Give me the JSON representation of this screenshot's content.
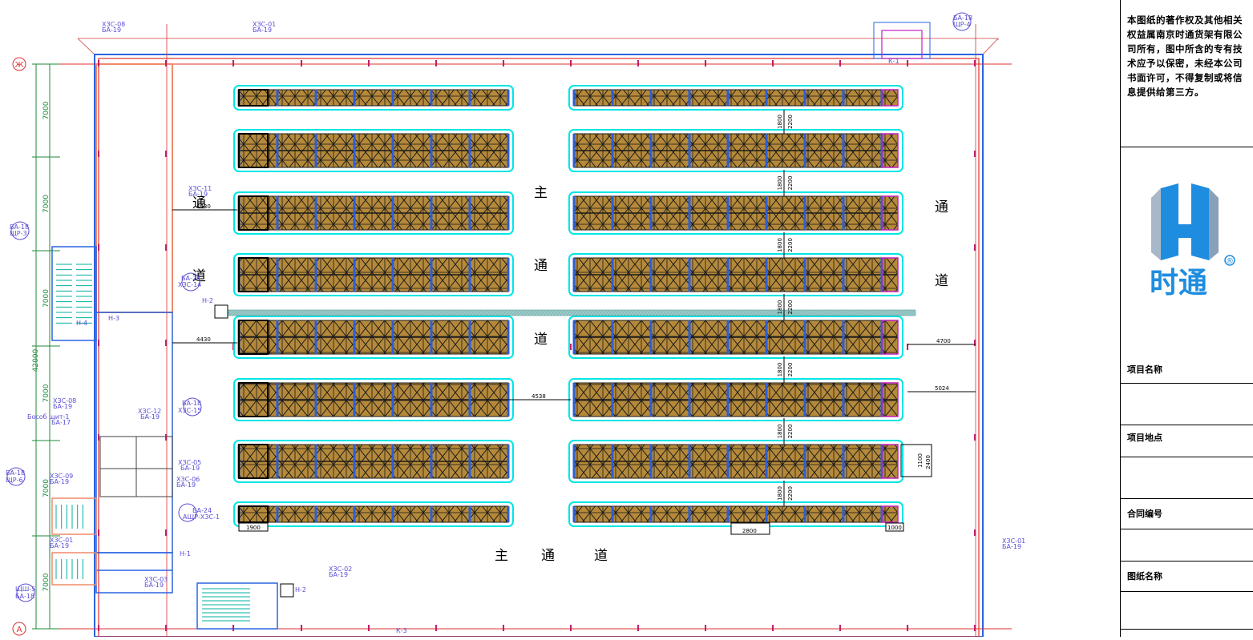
{
  "drawing": {
    "axis_top": "Ж",
    "axis_bottom": "A",
    "total_dim": "42000",
    "bay_dims": [
      "7000",
      "7000",
      "7000",
      "7000",
      "7000",
      "7000"
    ],
    "aisle_text": {
      "left_1": "通",
      "left_2": "道",
      "center_1": "主",
      "center_2": "通",
      "center_3": "道",
      "right_1": "通",
      "right_2": "道",
      "bottom_1": "主",
      "bottom_2": "通",
      "bottom_3": "道"
    },
    "spacing_dims": {
      "a": "1800",
      "b": "2200"
    },
    "dims": {
      "d4430a": "4430",
      "d4430b": "4430",
      "d4538": "4538",
      "d4700": "4700",
      "d5024": "5024",
      "d1900": "1900",
      "d2800": "2800",
      "d1000": "1000",
      "d1100": "1100",
      "d2400": "2400"
    },
    "tags": {
      "t1": "ХЗС-08",
      "t1b": "БА-19",
      "t2": "ХЗС-01",
      "t2b": "БА-19",
      "t3": "БА-18",
      "t3b": "ЩР-4",
      "t4": "ХЗС-11",
      "t4b": "БА-19",
      "t5": "БА-18",
      "t5b": "ЩР-3",
      "t6": "БА-24",
      "t6b": "ХЗС-14",
      "t7": "Н-2",
      "t8": "Н-4",
      "t9": "Н-3",
      "t10": "ХЗС-08",
      "t10b": "БА-19",
      "t11": "ХЗС-12",
      "t11b": "БА-19",
      "t12": "Бособ щит-1",
      "t12b": "БА-17",
      "t13": "БА-18",
      "t13b": "ХЗС-15",
      "t14": "ХЗС-05",
      "t14b": "БА-19",
      "t15": "ХЗС-06",
      "t15b": "БА-19",
      "t16": "ХЗС-09",
      "t16b": "БА-19",
      "t17": "БА-18",
      "t17b": "ЩР-6",
      "t18": "БА-24",
      "t18b": "АЩР-ХЗС-1",
      "t19": "ХЗС-01",
      "t19b": "БА-19",
      "t20": "ХЗС-03",
      "t20b": "БА-19",
      "t21": "ХЗС-02",
      "t21b": "БА-19",
      "t22": "ХЗС-01",
      "t22b": "БА-19",
      "t23": "ЩШ-5",
      "t23b": "БА-18",
      "t24": "Н-1",
      "t25": "Н-2",
      "t26": "К-1",
      "t27": "К-3"
    }
  },
  "title_block": {
    "notice": "本图纸的著作权及其他相关权益属南京时通货架有限公司所有，图中所含的专有技术应予以保密，未经本公司书面许可，不得复制或将信息提供给第三方。",
    "logo_text": "时通",
    "logo_mark": "®",
    "fields": {
      "project_name": "项目名称",
      "project_site": "项目地点",
      "contract_no": "合同编号",
      "drawing_name": "图纸名称"
    }
  },
  "colors": {
    "rack_fill": "#b5893a",
    "rack_line": "#1a1a1a",
    "upright": "#2c5fd6",
    "outline": "#00e5e5",
    "wall_red": "#e03030",
    "wall_blue": "#2a64e0",
    "column_mark": "#c0206a",
    "grid_green": "#1d8a3a",
    "stair": "#00b0a0",
    "cad_text": "#5a4fd6"
  }
}
